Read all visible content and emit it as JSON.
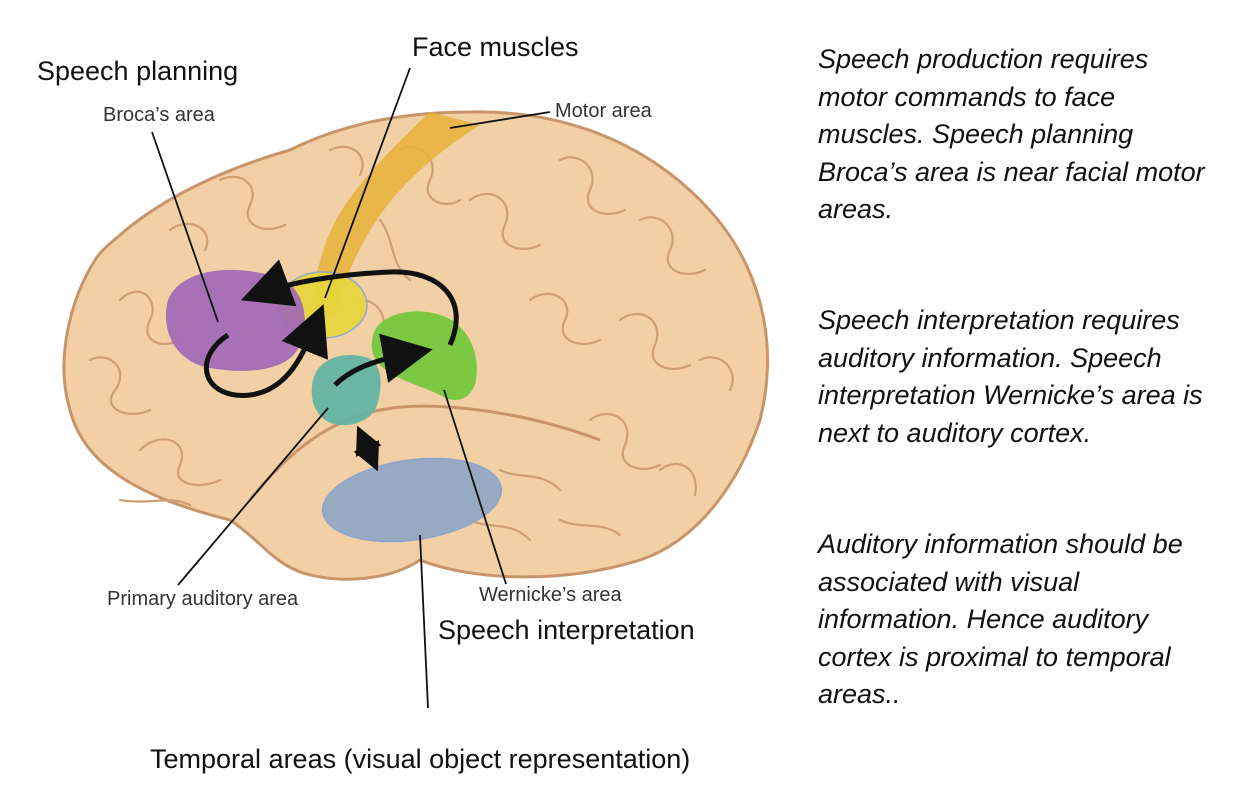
{
  "labels": {
    "speech_planning": "Speech planning",
    "face_muscles": "Face muscles",
    "brocas_area": "Broca’s area",
    "motor_area": "Motor area",
    "primary_auditory_area": "Primary auditory area",
    "wernickes_area": "Wernicke’s area",
    "speech_interpretation": "Speech interpretation",
    "temporal_areas": "Temporal areas (visual object representation)"
  },
  "notes": {
    "production": "Speech production requires motor commands to face muscles. Speech planning Broca’s area is near facial motor areas.",
    "interpretation": "Speech interpretation requires auditory information. Speech interpretation Wernicke’s area is next to auditory cortex.",
    "association": "Auditory information should be associated with visual information. Hence auditory cortex is proximal to temporal areas.."
  },
  "colors": {
    "brain": "#f2cfa4",
    "brain_outline": "#c8956b",
    "broca": "#a066b8",
    "motor_strip": "#e8b23a",
    "face_motor": "#e6d63a",
    "wernicke": "#72c83a",
    "auditory": "#5fb3a3",
    "temporal": "#8fa7c6"
  }
}
